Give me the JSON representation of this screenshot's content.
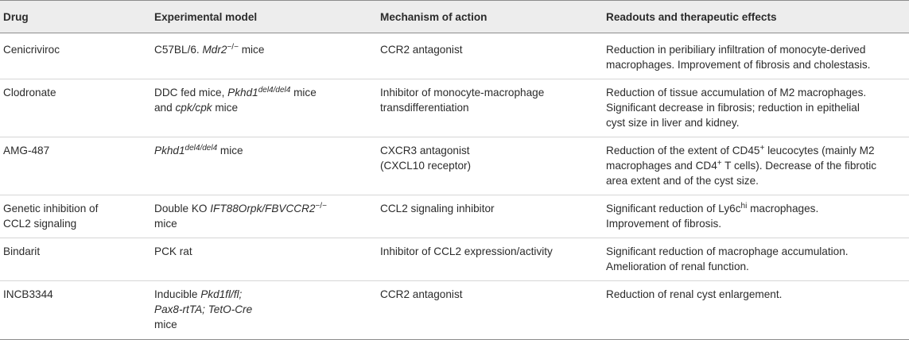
{
  "table": {
    "headers": [
      "Drug",
      "Experimental model",
      "Mechanism of action",
      "Readouts and therapeutic effects"
    ],
    "rows": [
      {
        "drug": [
          "Cenicriviroc"
        ],
        "model": [
          [
            {
              "t": "C57BL/6. "
            },
            {
              "t": "Mdr2",
              "i": true
            },
            {
              "t": "−/−",
              "sup": true
            },
            {
              "t": " mice"
            }
          ]
        ],
        "mechanism": [
          "CCR2 antagonist"
        ],
        "effects": [
          [
            {
              "t": "Reduction in peribiliary infiltration of monocyte-derived"
            }
          ],
          [
            {
              "t": "macrophages. Improvement of fibrosis and cholestasis."
            }
          ]
        ]
      },
      {
        "drug": [
          "Clodronate"
        ],
        "model": [
          [
            {
              "t": "DDC fed mice, "
            },
            {
              "t": "Pkhd1",
              "i": true
            },
            {
              "t": "del4/del4",
              "i": true,
              "sup": true
            },
            {
              "t": " mice"
            }
          ],
          [
            {
              "t": "and "
            },
            {
              "t": "cpk/cpk",
              "i": true
            },
            {
              "t": " mice"
            }
          ]
        ],
        "mechanism": [
          "Inhibitor of monocyte-macrophage",
          "transdifferentiation"
        ],
        "effects": [
          [
            {
              "t": "Reduction of tissue accumulation of M2 macrophages."
            }
          ],
          [
            {
              "t": "Significant decrease in fibrosis; reduction in epithelial"
            }
          ],
          [
            {
              "t": "cyst size in liver and kidney."
            }
          ]
        ]
      },
      {
        "drug": [
          "AMG-487"
        ],
        "model": [
          [
            {
              "t": "Pkhd1",
              "i": true
            },
            {
              "t": "del4/del4",
              "i": true,
              "sup": true
            },
            {
              "t": " mice"
            }
          ]
        ],
        "mechanism": [
          "CXCR3 antagonist",
          "(CXCL10 receptor)"
        ],
        "effects": [
          [
            {
              "t": "Reduction of the extent of CD45"
            },
            {
              "t": "+",
              "sup": true
            },
            {
              "t": " leucocytes (mainly M2"
            }
          ],
          [
            {
              "t": "macrophages and CD4"
            },
            {
              "t": "+",
              "sup": true
            },
            {
              "t": " T cells). Decrease of the fibrotic"
            }
          ],
          [
            {
              "t": "area extent and of the cyst size."
            }
          ]
        ]
      },
      {
        "drug": [
          "Genetic inhibition of",
          "CCL2 signaling"
        ],
        "model": [
          [
            {
              "t": "Double KO "
            },
            {
              "t": "IFT88Orpk/FBVCCR2",
              "i": true
            },
            {
              "t": "−/−",
              "sup": true
            }
          ],
          [
            {
              "t": "mice"
            }
          ]
        ],
        "mechanism": [
          "CCL2 signaling inhibitor"
        ],
        "effects": [
          [
            {
              "t": "Significant reduction of Ly6c"
            },
            {
              "t": "hi",
              "sup": true
            },
            {
              "t": " macrophages."
            }
          ],
          [
            {
              "t": "Improvement of fibrosis."
            }
          ]
        ]
      },
      {
        "drug": [
          "Bindarit"
        ],
        "model": [
          [
            {
              "t": "PCK rat"
            }
          ]
        ],
        "mechanism": [
          "Inhibitor of CCL2 expression/activity"
        ],
        "effects": [
          [
            {
              "t": "Significant reduction of macrophage accumulation."
            }
          ],
          [
            {
              "t": "Amelioration of renal function."
            }
          ]
        ]
      },
      {
        "drug": [
          "INCB3344"
        ],
        "model": [
          [
            {
              "t": "Inducible "
            },
            {
              "t": "Pkd1fl/fl;",
              "i": true
            }
          ],
          [
            {
              "t": "Pax8-rtTA; TetO-Cre",
              "i": true
            }
          ],
          [
            {
              "t": "mice"
            }
          ]
        ],
        "mechanism": [
          "CCR2 antagonist"
        ],
        "effects": [
          [
            {
              "t": "Reduction of renal cyst enlargement."
            }
          ]
        ]
      }
    ]
  }
}
